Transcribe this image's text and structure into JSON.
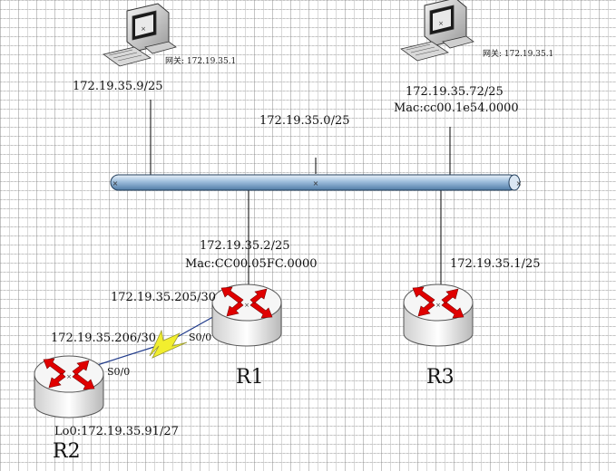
{
  "labels": {
    "pc1_gateway": "网关: 172.19.35.1",
    "pc1_ip": "172.19.35.9/25",
    "pc2_gateway": "网关: 172.19.35.1",
    "pc2_ip": "172.19.35.72/25",
    "pc2_mac": "Mac:cc00.1e54.0000",
    "lan_network": "172.19.35.0/25",
    "r1_lan_ip": "172.19.35.2/25",
    "r1_mac": "Mac:CC00.05FC.0000",
    "r1_serial_ip": "172.19.35.205/30",
    "r1_serial_port": "S0/0",
    "r2_serial_ip": "172.19.35.206/30",
    "r2_serial_port": "S0/0",
    "r3_lan_ip": "172.19.35.1/25",
    "r1_name": "R1",
    "r2_name": "R2",
    "r3_name": "R3",
    "r2_loopback": "Lo0:172.19.35.91/27"
  },
  "icons": [
    "pc-icon",
    "router-icon",
    "ethernet-bus-icon",
    "serial-link-icon"
  ],
  "colors": {
    "bus_fill": "#8fb3d6",
    "router_arrow": "#e00000",
    "serial_bolt": "#f2ee2e"
  }
}
